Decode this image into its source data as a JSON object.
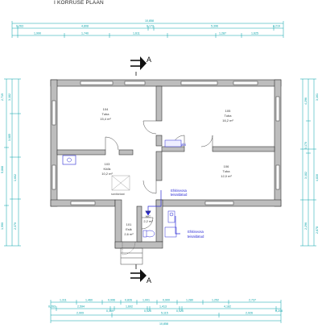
{
  "title": "I KORRUSE PLAAN",
  "colors": {
    "dimension": "#00a0a8",
    "wall": "#bdbdbd",
    "note": "#2b2bd6"
  },
  "section_marks": {
    "top": "A",
    "bottom": "A"
  },
  "rooms": [
    {
      "id": "room-104",
      "number": "104",
      "name": "Tuba",
      "area": "15,4 m²"
    },
    {
      "id": "room-105",
      "number": "105",
      "name": "Tuba",
      "area": "16,2 m²"
    },
    {
      "id": "room-103",
      "number": "103",
      "name": "Köök",
      "area": "10,2 m²"
    },
    {
      "id": "room-106",
      "number": "106",
      "name": "Tuba",
      "area": "12,0 m²"
    },
    {
      "id": "room-101",
      "number": "101",
      "name": "Esik",
      "area": "2,6 m²"
    },
    {
      "id": "room-102",
      "number": "102",
      "name": "WC",
      "area": "2,2 m²"
    }
  ],
  "notes": {
    "shower_a": [
      "Ehitiseosa",
      "teisaldatud"
    ],
    "shower_b": [
      "Ehitiseosa",
      "teisaldatud"
    ],
    "sanitary": "sanitariaat",
    "shelf": "ahi"
  },
  "dims_top": {
    "overall": "10,858",
    "row1": [
      "0,263",
      "4,808",
      "0,172",
      "5,396",
      "0,219"
    ],
    "row2": [
      "1,990",
      "1,740",
      "1,611",
      "1,287",
      "1,625"
    ]
  },
  "dims_bottom": {
    "row1": [
      "1,311",
      "1,460",
      "0,996",
      "0,826",
      "1,001",
      "0,900",
      "1,280",
      "1,252",
      "2,737"
    ],
    "row2": [
      "0,263",
      "2,594",
      "0,169",
      "1,602",
      "0,120",
      "1,413",
      "0,120",
      "4,182",
      "0,208"
    ],
    "row3": [
      "2,909",
      "5,115",
      "2,926"
    ],
    "overall": "10,858"
  },
  "dims_left": {
    "outer": [
      "2,719",
      "5,868",
      "1,990"
    ],
    "inner": [
      "3,182",
      "3,085",
      "1,602",
      "2,370"
    ]
  },
  "dims_right": {
    "outer": [
      "3,161",
      "4,830",
      "2,878"
    ],
    "inner": [
      "4,296",
      "0,170",
      "3,182",
      "2,296"
    ]
  }
}
